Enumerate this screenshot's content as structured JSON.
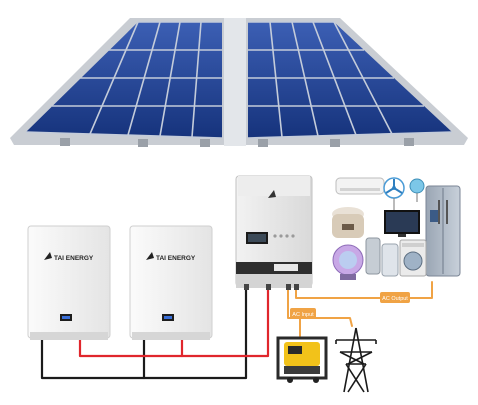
{
  "battery_left": {
    "brand": "TAI ENERGY"
  },
  "battery_right": {
    "brand": "TAI ENERGY"
  },
  "inverter": {
    "brand_mark": "logo"
  },
  "labels": {
    "ac_output": "AC Output",
    "ac_input": "AC Input"
  },
  "colors": {
    "panel_blue": "#1f3f8f",
    "panel_frame": "#c9cdd3",
    "dc_positive": "#e0262c",
    "dc_negative": "#1b1b1b",
    "ac_line": "#f0a345",
    "generator_yellow": "#f2c21a"
  }
}
